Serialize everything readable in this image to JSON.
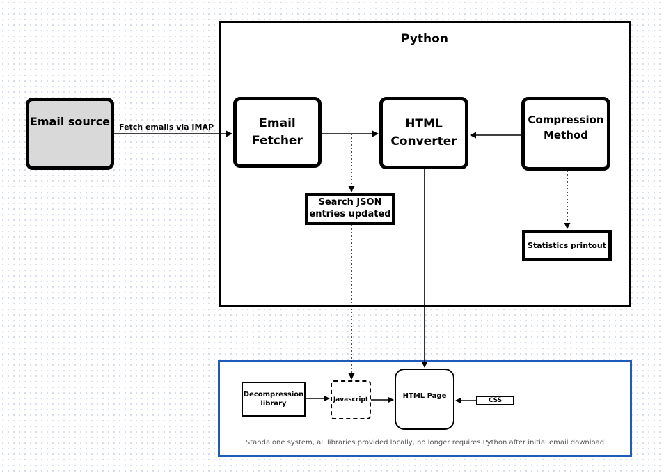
{
  "python_container": {
    "title": "Python"
  },
  "nodes": {
    "email_source": "Email source",
    "email_fetcher": "Email Fetcher",
    "html_converter": "HTML Converter",
    "compression_method": "Compression Method",
    "search_json": "Search JSON entries updated",
    "statistics_printout": "Statistics printout"
  },
  "edges": {
    "fetch_label": "Fetch emails via IMAP"
  },
  "standalone_container": {
    "decompression_library": "Decompression library",
    "javascript": "Javascript",
    "html_page": "HTML Page",
    "css": "CSS",
    "caption": "Standalone system, all libraries provided locally, no longer requires Python after initial email download"
  },
  "colors": {
    "standalone_border": "#1f5cb8",
    "email_source_fill": "#d9d9d9"
  }
}
